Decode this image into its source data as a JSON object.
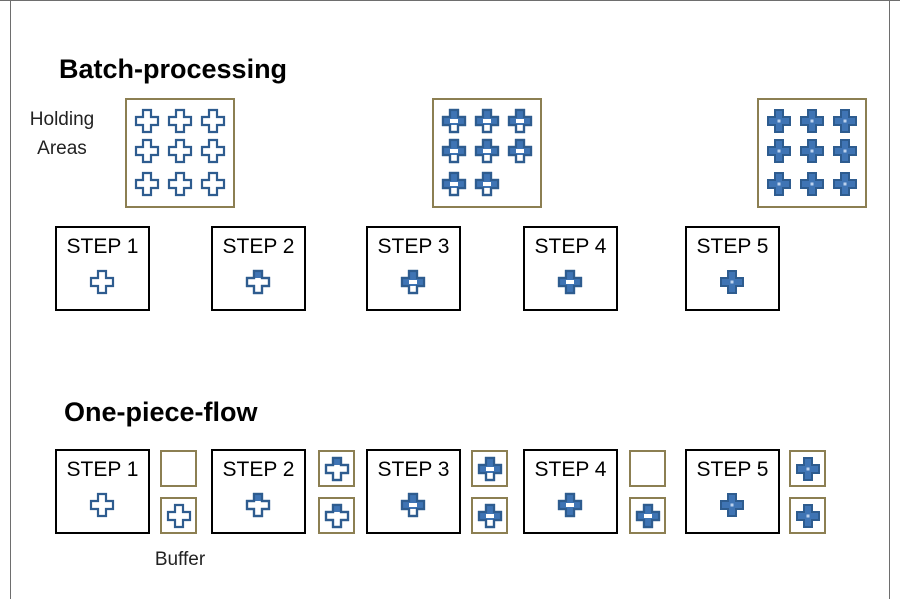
{
  "sections": {
    "batch_title": "Batch-processing",
    "flow_title": "One-piece-flow"
  },
  "labels": {
    "holding_areas": "Holding\nAreas",
    "buffer": "Buffer"
  },
  "steps": [
    "STEP 1",
    "STEP 2",
    "STEP 3",
    "STEP 4",
    "STEP 5"
  ],
  "colors": {
    "box_border": "#000000",
    "holding_border": "#8c7f52",
    "cross_outline": "#2e5c8f",
    "cross_fill_dark": "#3f74b4",
    "cross_fill_light": "#ffffff"
  },
  "batch": {
    "holding_areas": [
      {
        "item_count": 9,
        "item_stage": 0
      },
      {
        "item_count": 8,
        "item_stage": 2
      },
      {
        "item_count": 9,
        "item_stage": 4
      }
    ],
    "step_item_stage": [
      0,
      1,
      2,
      3,
      4
    ]
  },
  "flow": {
    "step_item_stage": [
      0,
      1,
      2,
      3,
      4
    ],
    "buffers": [
      {
        "top_item_stage": null,
        "bottom_item_stage": 0
      },
      {
        "top_item_stage": 1,
        "bottom_item_stage": 1
      },
      {
        "top_item_stage": 2,
        "bottom_item_stage": 2
      },
      {
        "top_item_stage": null,
        "bottom_item_stage": 3
      },
      {
        "top_item_stage": 4,
        "bottom_item_stage": 4
      }
    ]
  }
}
